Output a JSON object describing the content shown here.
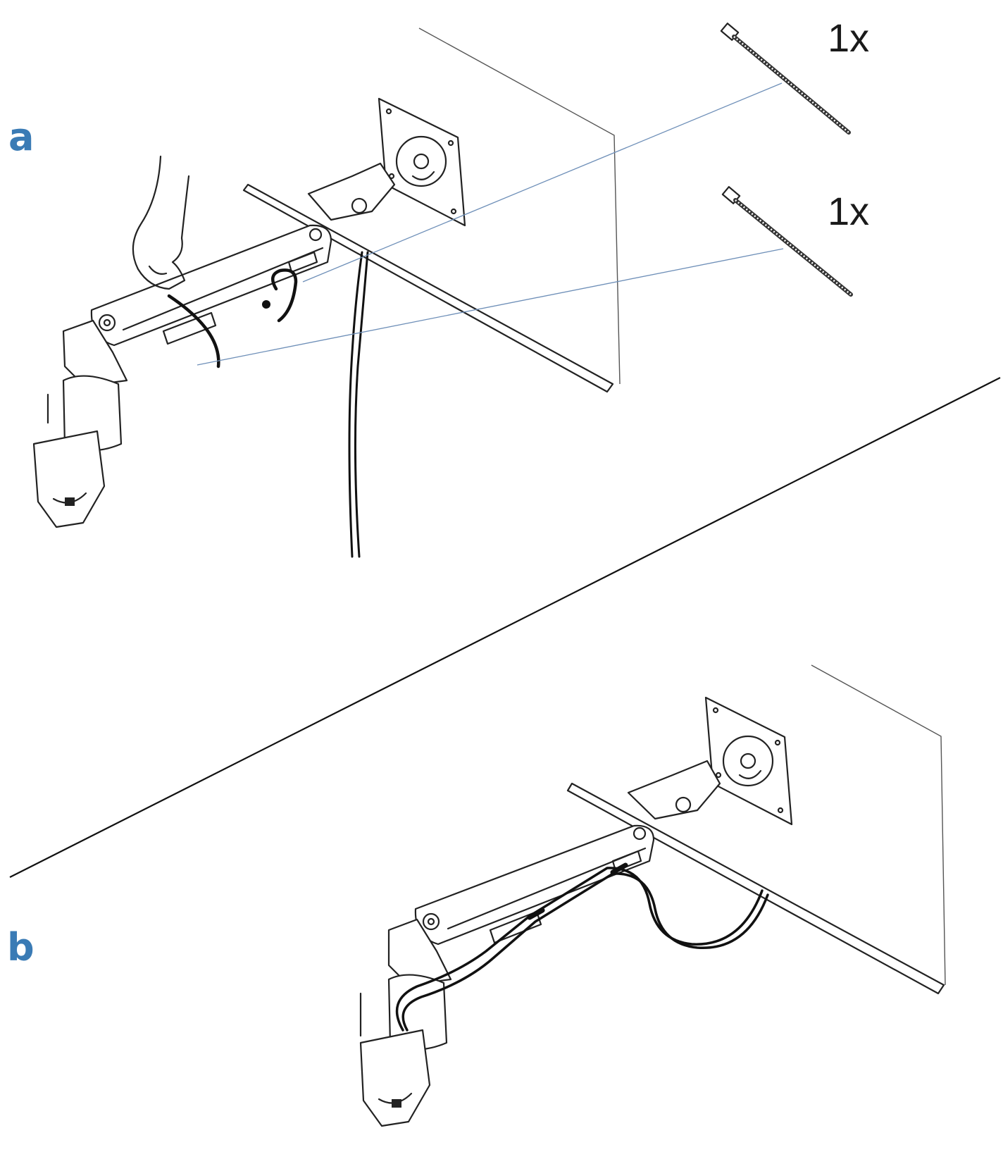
{
  "steps": {
    "a": {
      "label": "a",
      "tie_quantity_top": "1x",
      "tie_quantity_bottom": "1x"
    },
    "b": {
      "label": "b"
    }
  },
  "colors": {
    "step_label": "#3a7bb5",
    "leader_line": "#6e8fb8",
    "line_art": "#222222"
  },
  "icons": [
    "cable-tie-icon",
    "monitor-arm-icon",
    "hand-icon",
    "vesa-plate-icon"
  ]
}
